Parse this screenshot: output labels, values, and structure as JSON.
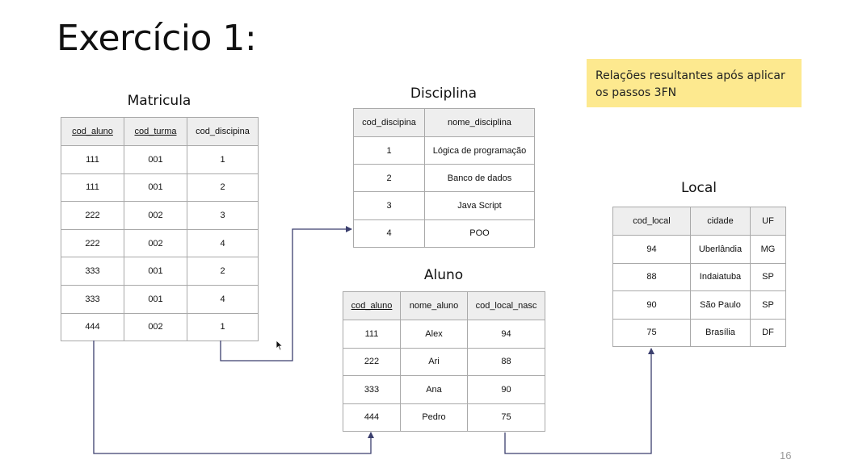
{
  "slide": {
    "title": "Exercício 1:",
    "note": "Relações resultantes após aplicar os passos 3FN",
    "page_number": "16"
  },
  "tables": {
    "matricula": {
      "name": "Matricula",
      "headers": [
        "cod_aluno",
        "cod_turma",
        "cod_discipina"
      ],
      "rows": [
        [
          "111",
          "001",
          "1"
        ],
        [
          "111",
          "001",
          "2"
        ],
        [
          "222",
          "002",
          "3"
        ],
        [
          "222",
          "002",
          "4"
        ],
        [
          "333",
          "001",
          "2"
        ],
        [
          "333",
          "001",
          "4"
        ],
        [
          "444",
          "002",
          "1"
        ]
      ]
    },
    "disciplina": {
      "name": "Disciplina",
      "headers": [
        "cod_discipina",
        "nome_disciplina"
      ],
      "rows": [
        [
          "1",
          "Lógica de programação"
        ],
        [
          "2",
          "Banco de dados"
        ],
        [
          "3",
          "Java Script"
        ],
        [
          "4",
          "POO"
        ]
      ]
    },
    "aluno": {
      "name": "Aluno",
      "headers": [
        "cod_aluno",
        "nome_aluno",
        "cod_local_nasc"
      ],
      "rows": [
        [
          "111",
          "Alex",
          "94"
        ],
        [
          "222",
          "Ari",
          "88"
        ],
        [
          "333",
          "Ana",
          "90"
        ],
        [
          "444",
          "Pedro",
          "75"
        ]
      ]
    },
    "local": {
      "name": "Local",
      "headers": [
        "cod_local",
        "cidade",
        "UF"
      ],
      "rows": [
        [
          "94",
          "Uberlândia",
          "MG"
        ],
        [
          "88",
          "Indaiatuba",
          "SP"
        ],
        [
          "90",
          "São Paulo",
          "SP"
        ],
        [
          "75",
          "Brasília",
          "DF"
        ]
      ]
    }
  },
  "colors": {
    "header_bg": "#eeeeee",
    "border": "#a9a9a9",
    "note_bg": "#fde98f",
    "connector": "#3b3f6e"
  }
}
